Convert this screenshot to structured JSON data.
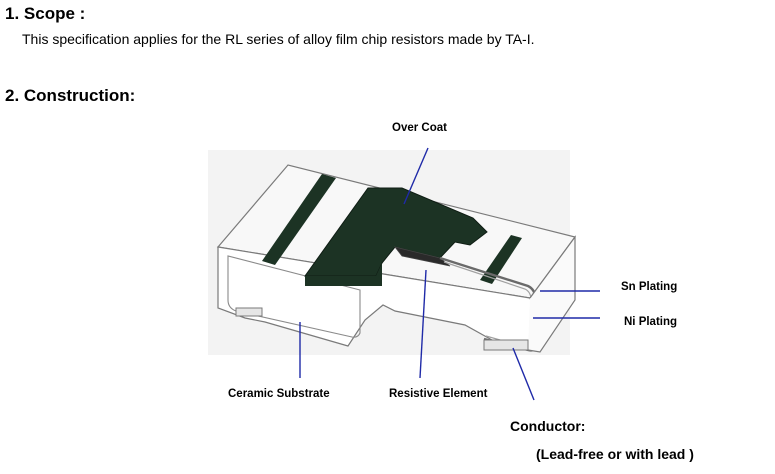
{
  "sections": [
    {
      "heading": "1. Scope :",
      "body": "This specification applies for the RL series of alloy film chip resistors made by TA-I."
    },
    {
      "heading": "2. Construction:"
    }
  ],
  "diagram": {
    "labels": {
      "over_coat": "Over Coat",
      "sn_plating": "Sn Plating",
      "ni_plating": "Ni Plating",
      "ceramic_substrate": "Ceramic Substrate",
      "resistive_element": "Resistive Element",
      "conductor": "Conductor:",
      "conductor_note": "(Lead-free or with lead )"
    },
    "colors": {
      "over_coat": "#1c3324",
      "leader_line": "#1f2aa8",
      "outline": "#7a7a7a",
      "plating": "#5a5a5a"
    }
  }
}
